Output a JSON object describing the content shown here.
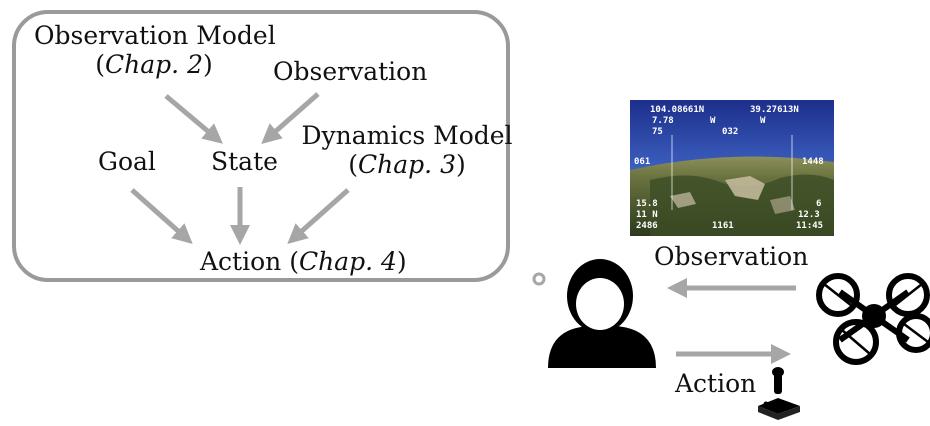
{
  "diagram": {
    "nodes": {
      "observation_model": {
        "line1": "Observation Model",
        "open_paren": "(",
        "chap": "Chap. 2",
        "close_paren": ")"
      },
      "observation_in": "Observation",
      "state": "State",
      "goal": "Goal",
      "dynamics_model": {
        "line1": "Dynamics Model",
        "open_paren": "(",
        "chap": "Chap. 3",
        "close_paren": ")"
      },
      "action": {
        "text": "Action (",
        "chap": "Chap. 4",
        "close_paren": ")"
      }
    },
    "loop": {
      "observation_label": "Observation",
      "action_label": "Action"
    },
    "fpv_osd": {
      "top_left": "104.08661N",
      "top_right": "39.27613N",
      "row2_a": "7.78",
      "row2_b": "W",
      "row2_c": "W",
      "heading": "032",
      "alt_left": "75",
      "speed_left": "061",
      "alt_right": "1448",
      "bottom_left_1": "15.8",
      "bottom_left_2": "11 N",
      "bottom_left_3": "2486",
      "bottom_mid": "1161",
      "bottom_right_1": "6",
      "bottom_right_2": "12.3",
      "bottom_right_3": "11:45"
    },
    "colors": {
      "arrow": "#a6a6a6",
      "box_border": "#9a9a9a"
    }
  }
}
